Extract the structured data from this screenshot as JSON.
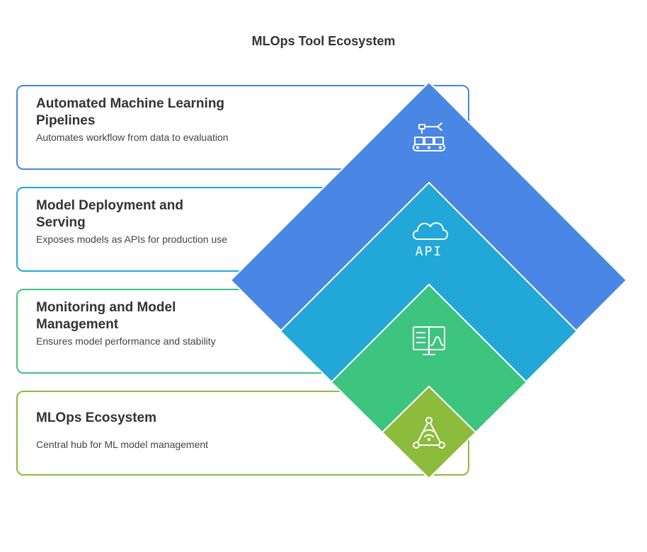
{
  "title": "MLOps Tool Ecosystem",
  "layers": [
    {
      "title": "Automated Machine Learning Pipelines",
      "description": "Automates workflow from data to evaluation",
      "color": "#4A86E3",
      "icon": "conveyor-belt-robot-arm-icon"
    },
    {
      "title": "Model Deployment and Serving",
      "description": "Exposes models as APIs for production use",
      "color": "#22A8D8",
      "icon": "cloud-api-icon"
    },
    {
      "title": "Monitoring and Model Management",
      "description": "Ensures model performance and stability",
      "color": "#3DC47E",
      "icon": "monitor-dashboard-icon"
    },
    {
      "title": "MLOps Ecosystem",
      "description": "Central hub for ML model management",
      "color": "#8DBB3B",
      "icon": "wireless-hub-icon"
    }
  ],
  "icons": {
    "api_text": "API"
  }
}
